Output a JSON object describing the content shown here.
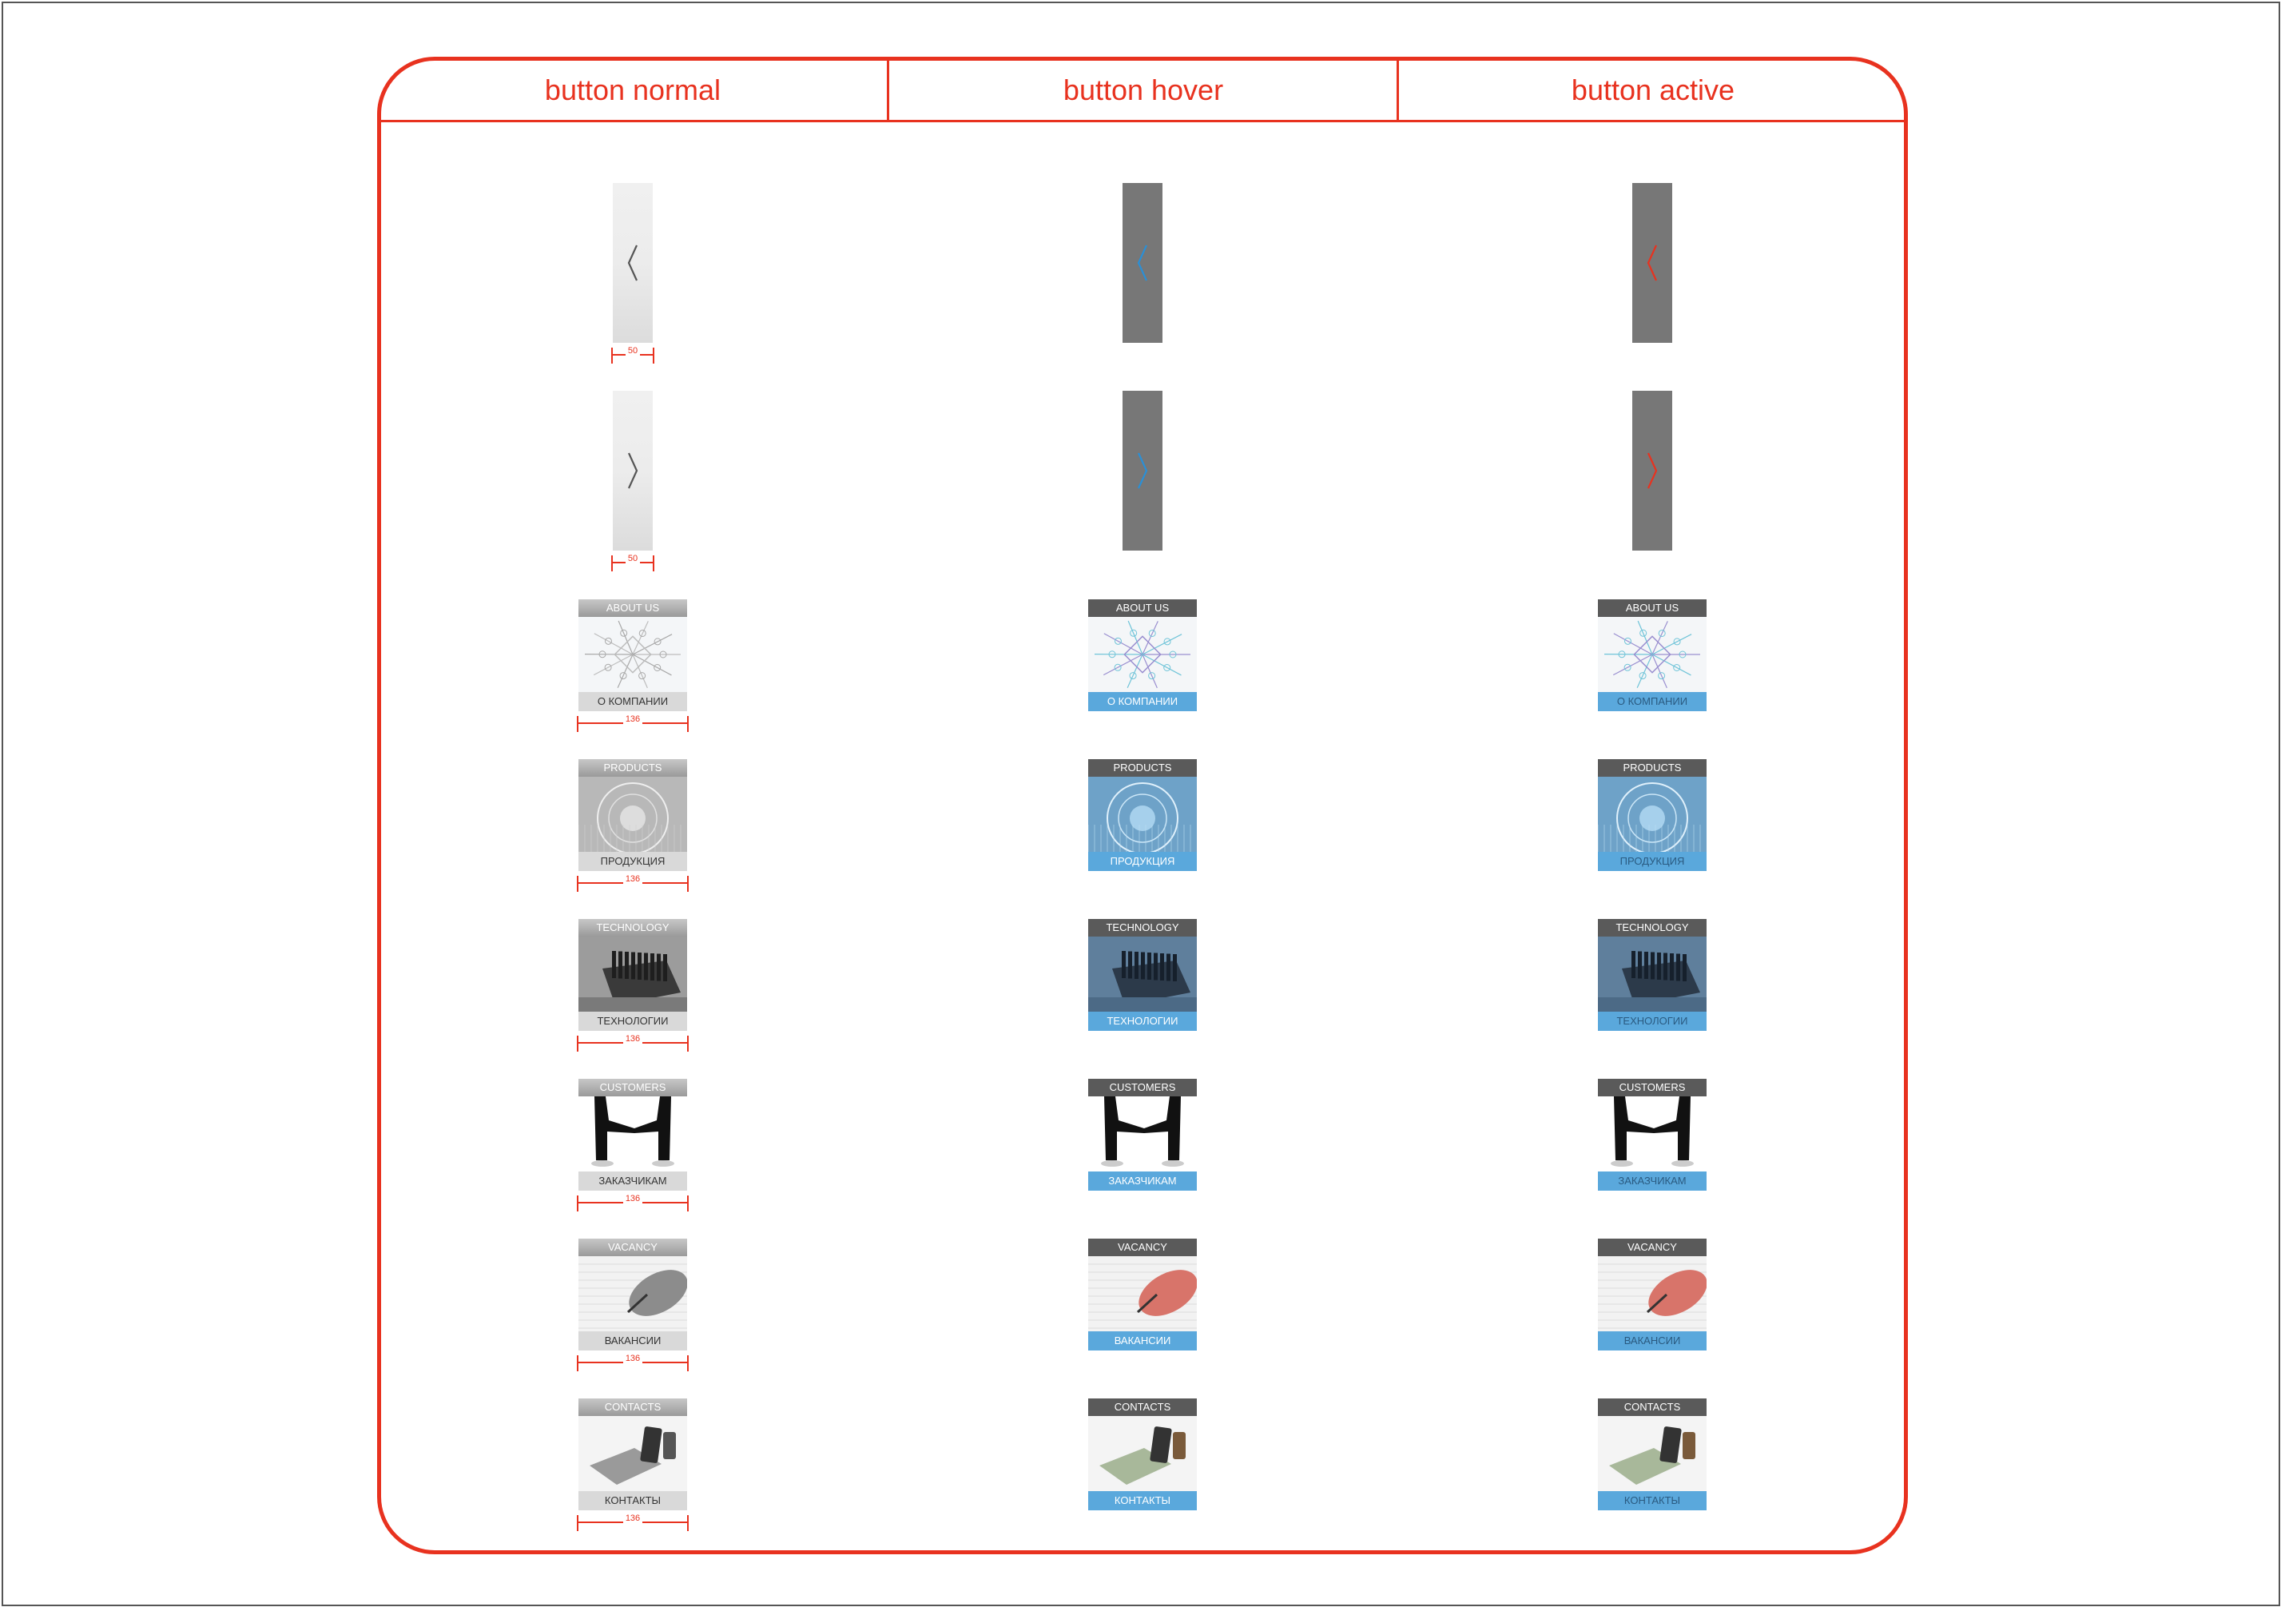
{
  "columns": [
    {
      "title": "button normal"
    },
    {
      "title": "button hover"
    },
    {
      "title": "button active"
    }
  ],
  "arrows": {
    "prev": {
      "icon": "chevron-left-icon"
    },
    "next": {
      "icon": "chevron-right-icon"
    },
    "width_label": "50",
    "arrow_colors": {
      "normal": "#555555",
      "hover": "#2a8fd6",
      "active": "#e8321f"
    }
  },
  "tiles": [
    {
      "id": "about",
      "en": "ABOUT US",
      "ru": "О КОМПАНИИ"
    },
    {
      "id": "products",
      "en": "PRODUCTS",
      "ru": "ПРОДУКЦИЯ"
    },
    {
      "id": "technology",
      "en": "TECHNOLOGY",
      "ru": "ТЕХНОЛОГИИ"
    },
    {
      "id": "customers",
      "en": "CUSTOMERS",
      "ru": "ЗАКАЗЧИКАМ"
    },
    {
      "id": "vacancy",
      "en": "VACANCY",
      "ru": "ВАКАНСИИ"
    },
    {
      "id": "contacts",
      "en": "CONTACTS",
      "ru": "КОНТАКТЫ"
    }
  ],
  "tile_width_label": "136",
  "colors": {
    "accent": "#e8321f",
    "hover_blue": "#5aa8dc",
    "dark_gray": "#777777"
  }
}
